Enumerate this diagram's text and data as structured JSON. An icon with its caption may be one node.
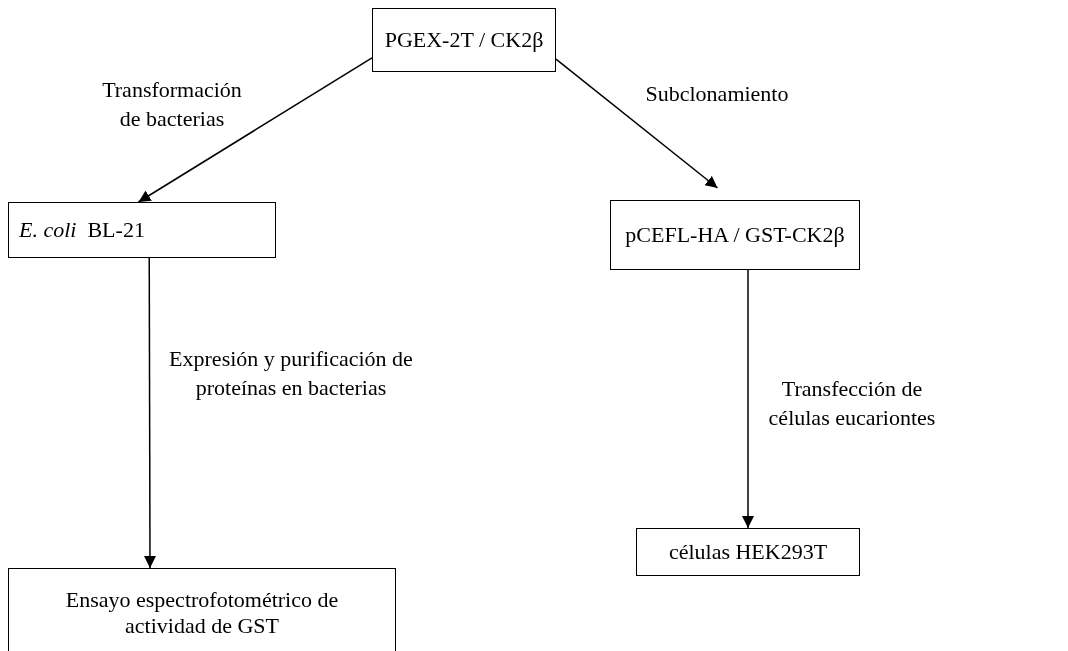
{
  "diagram": {
    "nodes": [
      {
        "text": [
          "PGEX-2T / CK2β"
        ]
      },
      {
        "text": [
          "*E. coli*  BL-21"
        ]
      },
      {
        "text": [
          "pCEFL-HA / GST-CK2β"
        ]
      },
      {
        "text": [
          "Ensayo espectrofotométrico de actividad de GST"
        ]
      },
      {
        "text": [
          "células HEK293T"
        ]
      }
    ],
    "edges": [
      {
        "from": 0,
        "to": 1,
        "arrow": "to",
        "label": "Transformación de bacterias"
      },
      {
        "from": 0,
        "to": 2,
        "arrow": "to",
        "label": "Subclonamiento"
      },
      {
        "from": 1,
        "to": 3,
        "arrow": "to",
        "label": "Expresión y purificación de proteínas en bacterias"
      },
      {
        "from": 2,
        "to": 4,
        "arrow": "to",
        "label": "Transfección de células eucariontes"
      }
    ]
  }
}
